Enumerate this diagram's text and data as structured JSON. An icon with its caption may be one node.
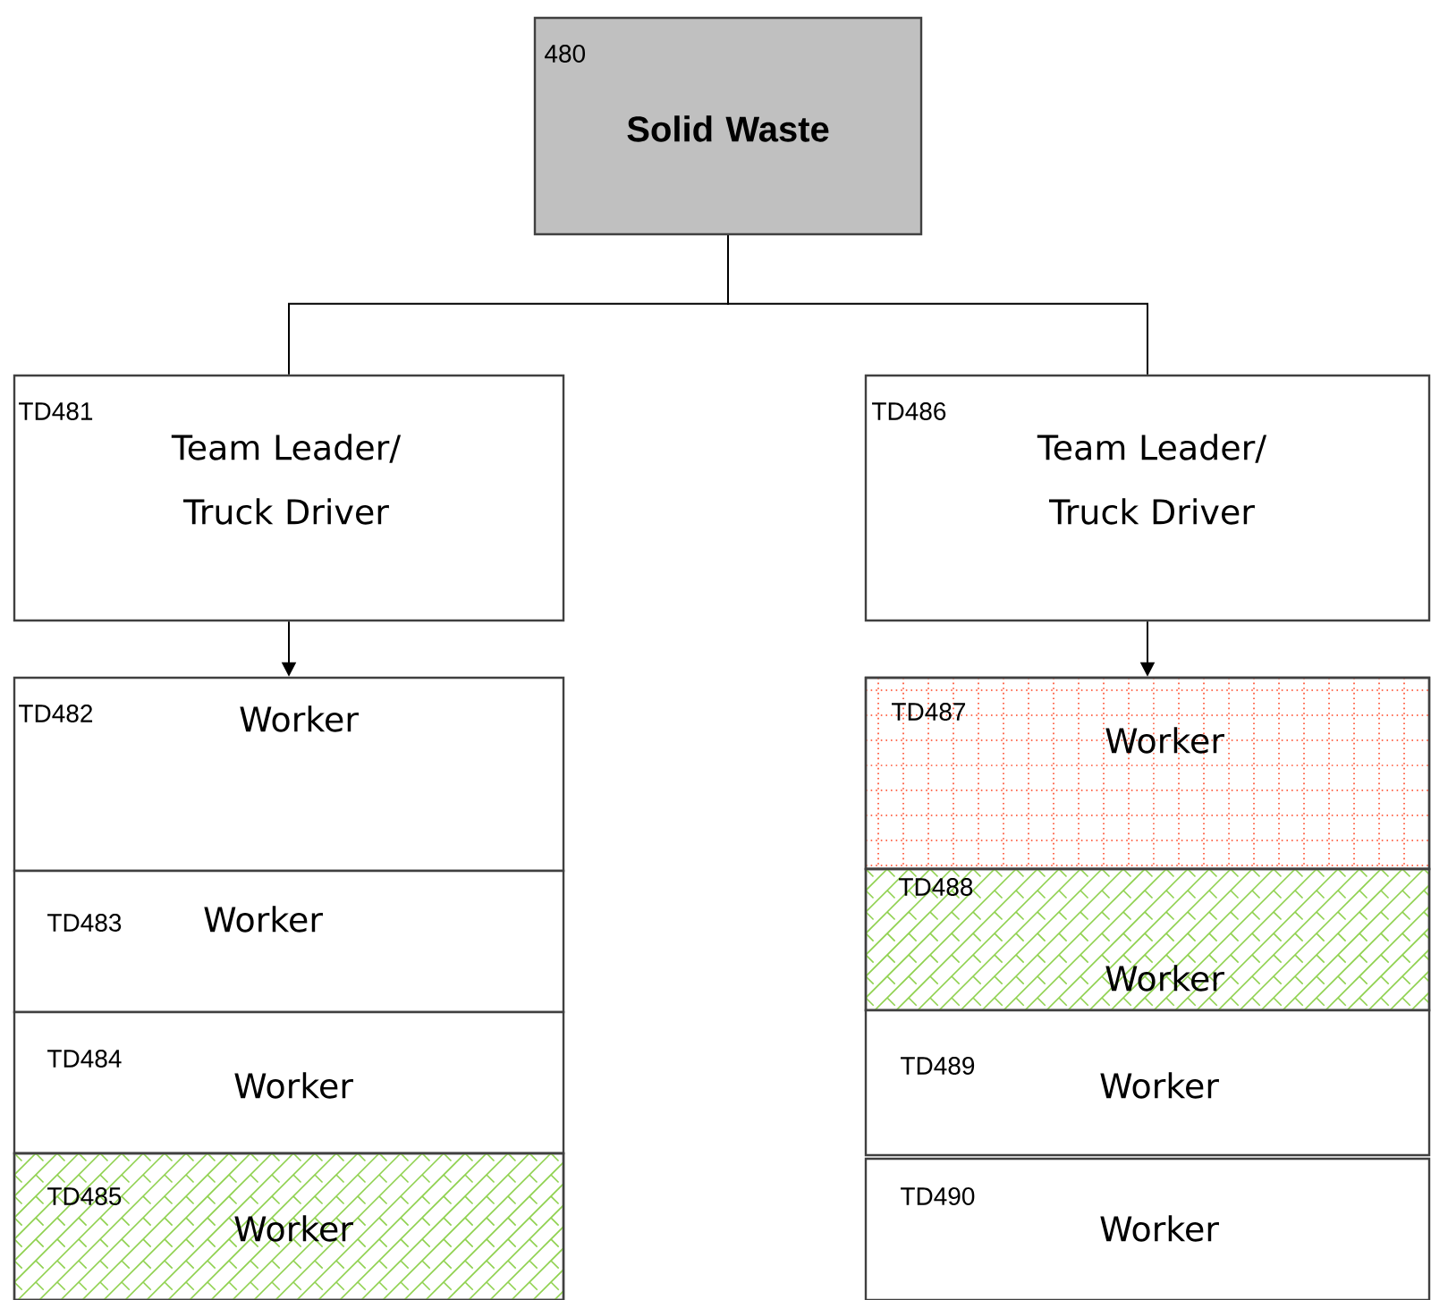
{
  "diagram": {
    "nodes": [
      {
        "text": [
          "480",
          "Solid Waste"
        ]
      },
      {
        "text": [
          "TD481",
          "Team Leader/ Truck Driver"
        ]
      },
      {
        "text": [
          "TD482",
          "Worker"
        ]
      },
      {
        "text": [
          "TD483",
          "Worker"
        ]
      },
      {
        "text": [
          "TD484",
          "Worker"
        ]
      },
      {
        "text": [
          "TD485",
          "Worker"
        ]
      },
      {
        "text": [
          "TD486",
          "Team Leader/ Truck Driver"
        ]
      },
      {
        "text": [
          "TD487",
          "Worker"
        ]
      },
      {
        "text": [
          "TD488",
          "Worker"
        ]
      },
      {
        "text": [
          "TD489",
          "Worker"
        ]
      },
      {
        "text": [
          "TD490",
          "Worker"
        ]
      }
    ],
    "edges": [
      {
        "from": 0,
        "to": 1,
        "arrow": "none"
      },
      {
        "from": 0,
        "to": 6,
        "arrow": "none"
      },
      {
        "from": 1,
        "to": 2,
        "arrow": "to"
      },
      {
        "from": 6,
        "to": 7,
        "arrow": "to"
      }
    ]
  }
}
